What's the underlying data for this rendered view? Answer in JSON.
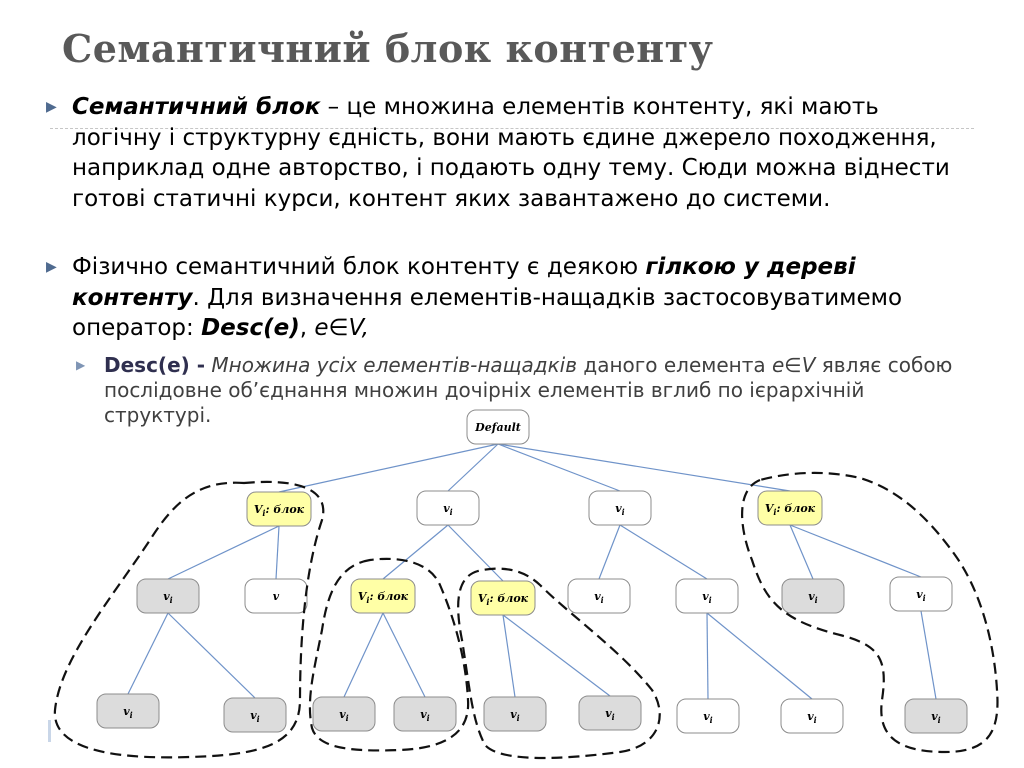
{
  "slide": {
    "title": "Семантичний блок контенту",
    "bullet1": {
      "term": "Семантичний блок",
      "text": " – це множина елементів контенту, які мають логічну і структурну єдність, вони мають єдине джерело походження, наприклад одне авторство, і подають одну тему. Сюди можна віднести готові статичні курси, контент яких завантажено до системи."
    },
    "bullet2": {
      "text_a": "Фізично семантичний блок контенту є деякою ",
      "emph": "гілкою у дереві контенту",
      "text_b": ". Для визначення елементів-нащадків застосовуватимемо оператор:  ",
      "op": "Desc(e)",
      "sep": ",  ",
      "op2": "e∈V,"
    },
    "sub1": {
      "name": "Desc(e) -",
      "definition": " Множина усіх елементів-нащадків",
      "text_a": " даного елемента ",
      "elem": "e∈V",
      "text_b": " являє собою послідовне об’єднання множин дочірніх елементів вглиб по ієрархічній структурі."
    }
  },
  "diagram": {
    "colors": {
      "block_fill": "#ffffa6",
      "gray_fill": "#dcdcdc",
      "white_fill": "#ffffff",
      "edge": "#6f93c9",
      "region": "#111111"
    },
    "nodes": {
      "root": "Default",
      "b1": "Vi: блок",
      "n2": "vi",
      "n3": "vi",
      "b4": "Vi: блок",
      "c11": "vi",
      "c12": "v",
      "b21": "Vi: блок",
      "b22": "Vi: блок",
      "c31": "vi",
      "c32": "vi",
      "c41": "vi",
      "c42": "vi",
      "g111": "vi",
      "g112": "vi",
      "g211": "vi",
      "g212": "vi",
      "g221": "vi",
      "g222": "vi",
      "g321": "vi",
      "g322": "vi",
      "g421": "vi"
    }
  }
}
